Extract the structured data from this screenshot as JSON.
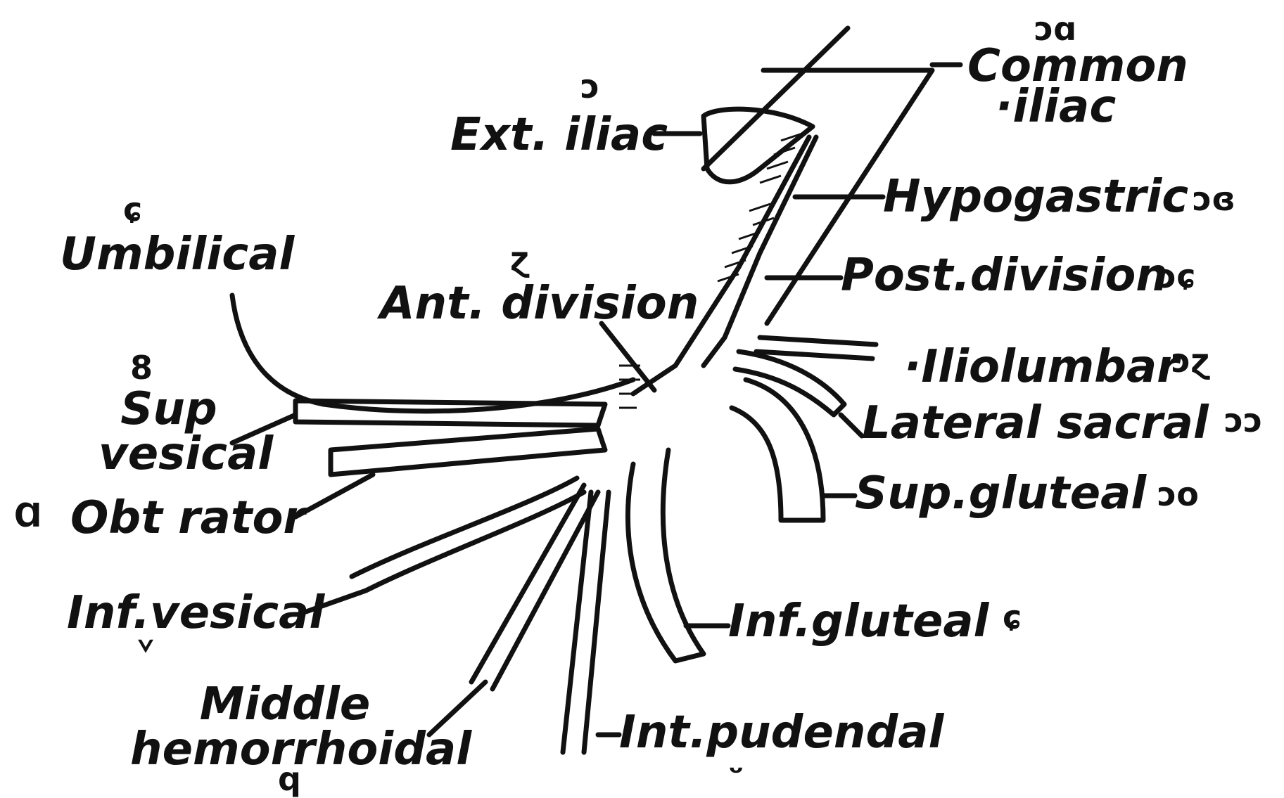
{
  "figure": {
    "labels": {
      "common_iliac_1": "Common",
      "common_iliac_2": "·iliac",
      "ext_iliac": "Ext. iliac",
      "hypogastric": "Hypogastric",
      "post_division": "Post.division",
      "iliolumbar": "·Iliolumbar",
      "lateral_sacral": "Lateral sacral",
      "sup_gluteal": "Sup.gluteal",
      "inf_gluteal": "Inf.gluteal",
      "int_pudendal": "Int.pudendal",
      "middle_hemorrhoidal_1": "Middle",
      "middle_hemorrhoidal_2": "hemorrhoidal",
      "inf_vesical": "Inf.vesical",
      "obturator": "Obt rator",
      "sup_vesical_1": "Sup",
      "sup_vesical_2": "vesical",
      "umbilical": "Umbilical",
      "ant_division": "Ant. division"
    },
    "marks": {
      "common": "ɔɑ",
      "ext": "ɔ",
      "hypo": "ɔɞ",
      "post": "ɔɕ",
      "ilio": "ɔɀ",
      "lat": "ɔɔ",
      "supglut": "ɔo",
      "infglut": "ɕ",
      "pud": "ᵕ",
      "hem": "q",
      "infves": "ᘁ",
      "obt": "Ɑ",
      "supves": "8",
      "umb": "ɕ",
      "ant": "ɀ"
    },
    "ink_color": "#111111"
  }
}
